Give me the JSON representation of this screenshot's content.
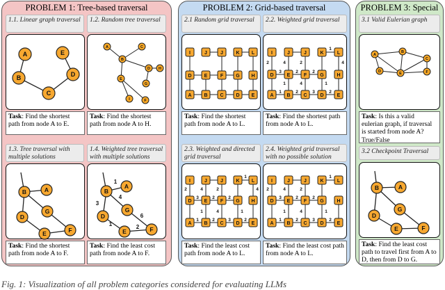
{
  "sections": [
    {
      "title": "PROBLEM 1: Tree-based traversal",
      "color": "#f4c5c5"
    },
    {
      "title": "PROBLEM 2: Grid-based traversal",
      "color": "#c4daf1"
    },
    {
      "title": "PROBLEM 3: Special",
      "color": "#cfe8c8"
    }
  ],
  "panels": [
    {
      "title": "1.1. Linear graph traversal",
      "task": "Find the shortest path from node A to E."
    },
    {
      "title": "1.2. Random tree traversal",
      "task": "Find the shortest path from node A to H."
    },
    {
      "title": "1.3. Tree traversal with multiple solutions",
      "task": "Find the shortest path from node A to F."
    },
    {
      "title": "1.4. Weighted tree traversal with multiple solutions",
      "task": "Find the least cost path from node A to F."
    },
    {
      "title": "2.1 Random grid traversal",
      "task": "Find the shortest path from node A to L."
    },
    {
      "title": "2.2. Weighted grid traversal",
      "task": "Find the shortest path from node A to L."
    },
    {
      "title": "2.3. Weighted and directed grid traversal",
      "task": "Find the least cost path from node A to L."
    },
    {
      "title": "2.4. Weighted grid traversal with no possible solution",
      "task": "Find the least cost path from node A to L."
    },
    {
      "title": "3.1 Valid Eulerian graph",
      "task": "Is this a valid eulerian graph, if traversal is started from node A? True/False"
    },
    {
      "title": "3.2 Checkpoint Traversal",
      "task": "Find the least cost path to travel first from A to D, then from D to G."
    }
  ],
  "task_label": "Task",
  "caption": "Fig. 1: Visualization of all problem categories considered for evaluating LLMs",
  "node_color": "#f7a830",
  "node_color_small": "#f9a825"
}
